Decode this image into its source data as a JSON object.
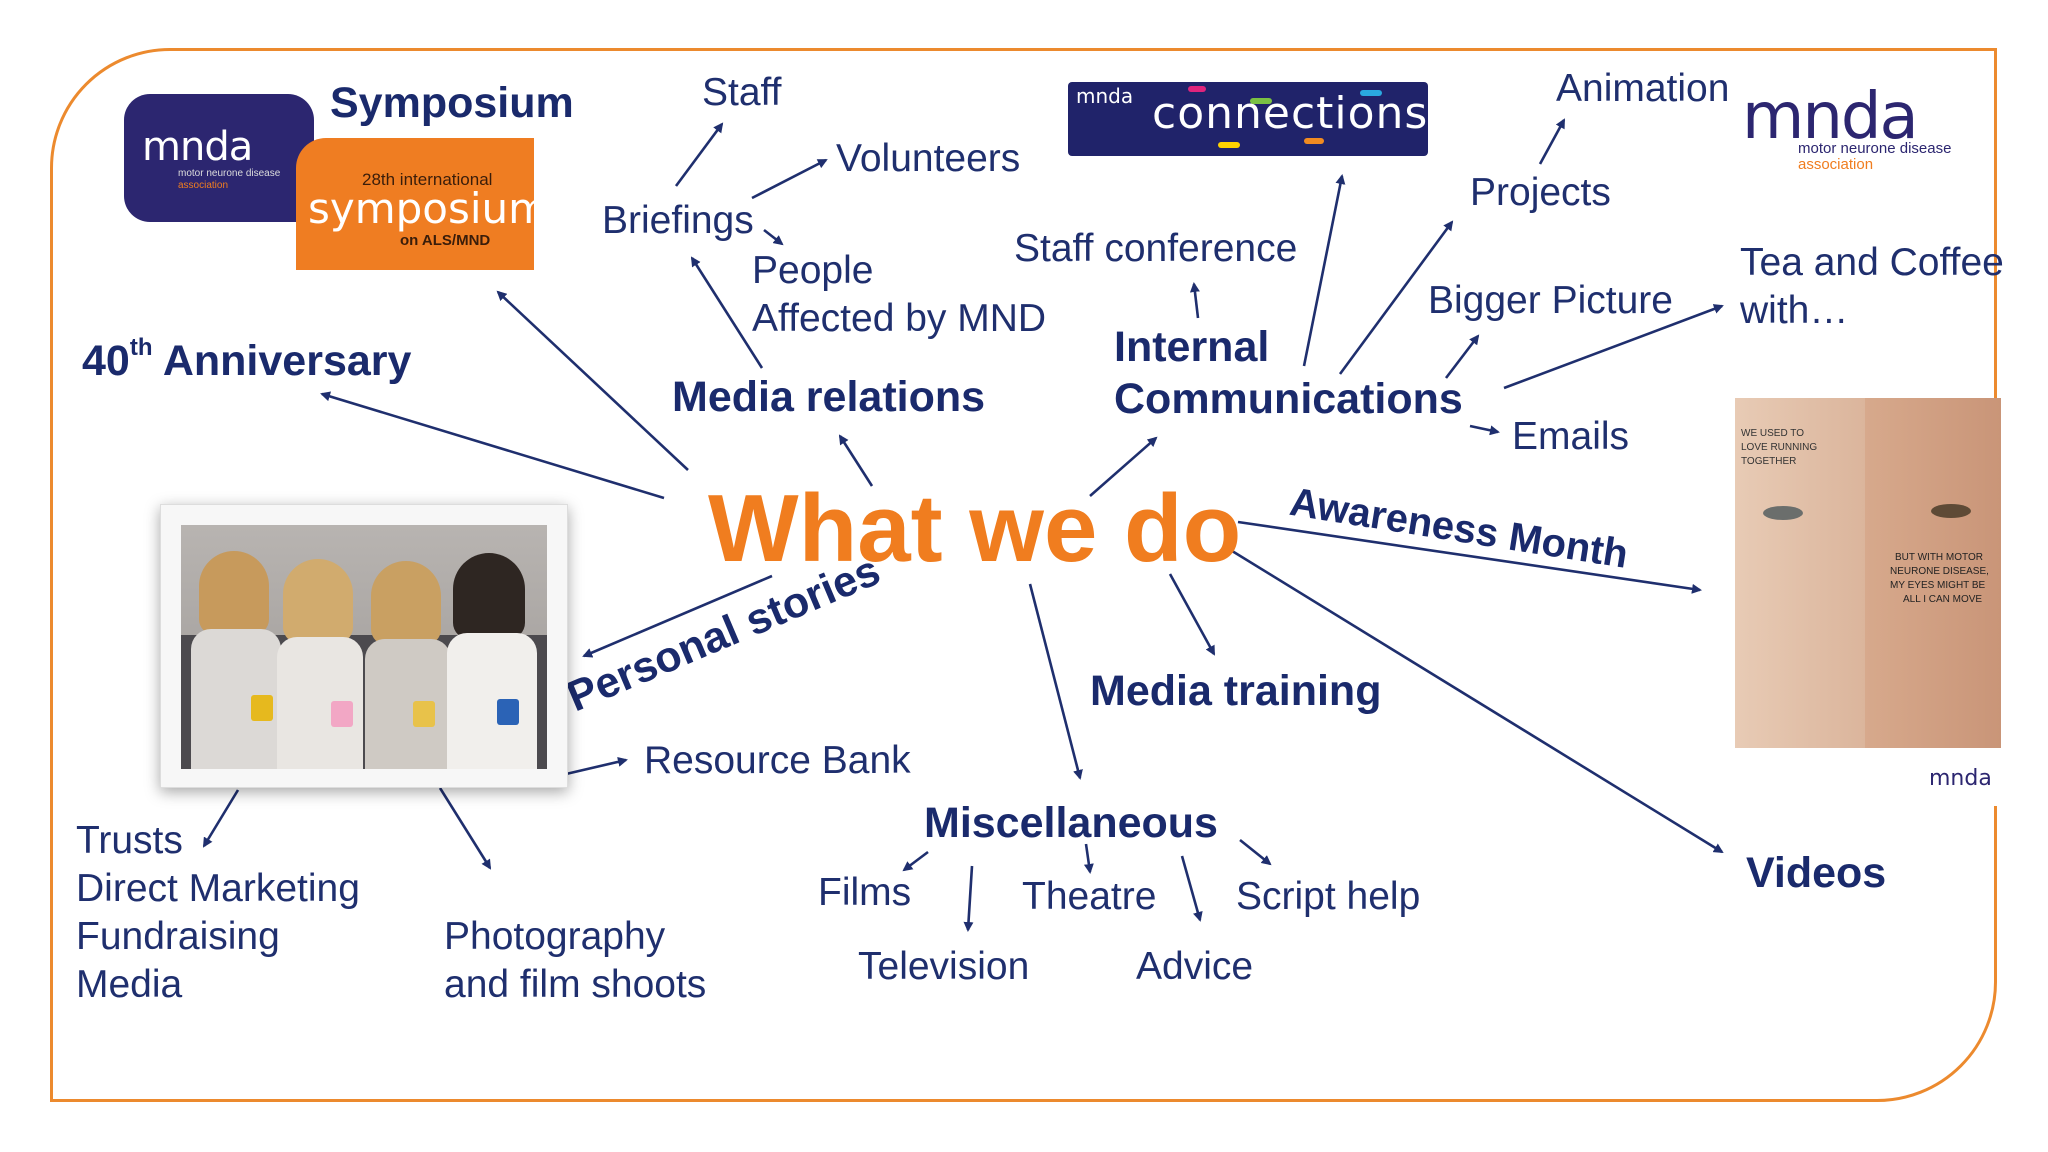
{
  "title": "What we do",
  "branches": {
    "symposium": "Symposium",
    "anniversary_main": "40",
    "anniversary_sup": "th",
    "anniversary_rest": " Anniversary",
    "media_relations": "Media relations",
    "internal_communications_1": "Internal",
    "internal_communications_2": "Communications",
    "awareness_month": "Awareness Month",
    "personal_stories": "Personal stories",
    "media_training": "Media training",
    "miscellaneous": "Miscellaneous",
    "videos": "Videos"
  },
  "media_relations_items": {
    "briefings": "Briefings",
    "staff": "Staff",
    "volunteers": "Volunteers",
    "people_1": "People",
    "people_2": "Affected by MND"
  },
  "internal_items": {
    "staff_conference": "Staff conference",
    "projects": "Projects",
    "animation": "Animation",
    "bigger_picture": "Bigger Picture",
    "tea_1": "Tea and Coffee",
    "tea_2": "with…",
    "emails": "Emails"
  },
  "personal_items": {
    "resource_bank": "Resource Bank",
    "trusts": "Trusts",
    "direct_marketing": "Direct Marketing",
    "fundraising": "Fundraising",
    "media": "Media",
    "photo_1": "Photography",
    "photo_2": "and film shoots"
  },
  "misc_items": {
    "films": "Films",
    "theatre": "Theatre",
    "script_help": "Script help",
    "television": "Television",
    "advice": "Advice"
  },
  "logos": {
    "mnda": "mnda",
    "mnda_sub_1": "motor neurone disease",
    "mnda_sub_2": "association",
    "symposium_line1": "28th international",
    "symposium_word": "symposium",
    "symposium_line3": "on ALS/MND",
    "connections_mnda": "mnda",
    "connections_word": "connections"
  },
  "poster": {
    "line1": "WE USED TO",
    "line2": "LOVE RUNNING",
    "line3": "TOGETHER",
    "right1": "BUT WITH MOTOR",
    "right2": "NEURONE DISEASE,",
    "right3": "MY EYES MIGHT BE",
    "right4": "ALL I CAN MOVE",
    "mnda": "mnda"
  },
  "colors": {
    "navy": "#1f2f6e",
    "orange": "#f07d1f",
    "frame": "#ec8a2e",
    "logo_purple": "#2c2670"
  }
}
